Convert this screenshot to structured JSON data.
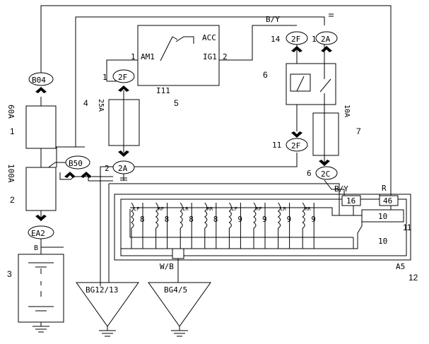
{
  "connectors": {
    "b04": "B04",
    "b50": "B50",
    "ea2": "EA2",
    "f2_left": "2F",
    "a2_left": "2A",
    "f2_right_top": "2F",
    "a2_right_top": "2A",
    "f2_right_mid": "2F",
    "c2_right": "2C"
  },
  "pins": {
    "f2_left": "1",
    "a2_left": "2",
    "f2_right_top": "14",
    "a2_right_top": "1",
    "f2_right_mid": "11",
    "c2_right": "6",
    "j16": "16",
    "j46": "46",
    "am1": "1",
    "ig1": "2"
  },
  "switch_labels": {
    "acc": "ACC",
    "am1": "AM1",
    "ig1": "IG1",
    "id": "I11"
  },
  "fuses": {
    "f60a": "60A",
    "f100a": "100A",
    "f25a": "25A",
    "f10a": "10A"
  },
  "wire_colors": {
    "by_top": "B/Y",
    "by_right": "B/Y",
    "r": "R",
    "wb": "W/B",
    "b": "B"
  },
  "coil_tags": [
    "LF",
    "RF",
    "LR",
    "RR",
    "LF",
    "RF",
    "LR",
    "RR"
  ],
  "coil_nums": [
    "8",
    "8",
    "8",
    "8",
    "9",
    "9",
    "9",
    "9"
  ],
  "relay_nums": {
    "upper": "10",
    "lower": "10"
  },
  "module": "A5",
  "grounds": {
    "g1": "BG12/13",
    "g2": "BG4/5"
  },
  "callouts": [
    "1",
    "2",
    "3",
    "4",
    "5",
    "6",
    "7",
    "11",
    "12"
  ]
}
